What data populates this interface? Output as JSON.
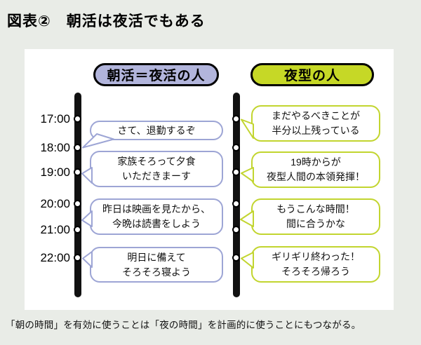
{
  "page": {
    "title": "図表②　朝活は夜活でもある",
    "caption": "「朝の時間」を有効に使うことは「夜の時間」を計画的に使うことにもつながる。"
  },
  "colors": {
    "background": "#e9ece7",
    "panel": "#ffffff",
    "morning_badge_fill": "#b2b5dc",
    "morning_bubble_border": "#9da5d5",
    "night_badge_fill": "#c6d826",
    "night_bubble_border": "#c2d52f",
    "timeline": "#111111",
    "text": "#000000"
  },
  "timeline": {
    "times": [
      "17:00",
      "18:00",
      "19:00",
      "20:00",
      "21:00",
      "22:00"
    ]
  },
  "columns": [
    {
      "id": "morning",
      "header": "朝活＝夜活の人",
      "bubbles": [
        {
          "lines": [
            "さて、退勤するぞ"
          ],
          "points_to": "18:00"
        },
        {
          "lines": [
            "家族そろって夕食",
            "いただきまーす"
          ],
          "points_to": "19:00"
        },
        {
          "lines": [
            "昨日は映画を見たから、",
            "今晩は読書をしよう"
          ],
          "points_to": "20:00-21:00"
        },
        {
          "lines": [
            "明日に備えて",
            "そろそろ寝よう"
          ],
          "points_to": "22:00"
        }
      ]
    },
    {
      "id": "night",
      "header": "夜型の人",
      "bubbles": [
        {
          "lines": [
            "まだやるべきことが",
            "半分以上残っている"
          ],
          "points_to": "17:00"
        },
        {
          "lines": [
            "19時からが",
            "夜型人間の本領発揮！"
          ],
          "points_to": "19:00"
        },
        {
          "lines": [
            "もうこんな時間！",
            "間に合うかな"
          ],
          "points_to": "20:00-21:00"
        },
        {
          "lines": [
            "ギリギリ終わった！",
            "そろそろ帰ろう"
          ],
          "points_to": "22:00"
        }
      ]
    }
  ]
}
